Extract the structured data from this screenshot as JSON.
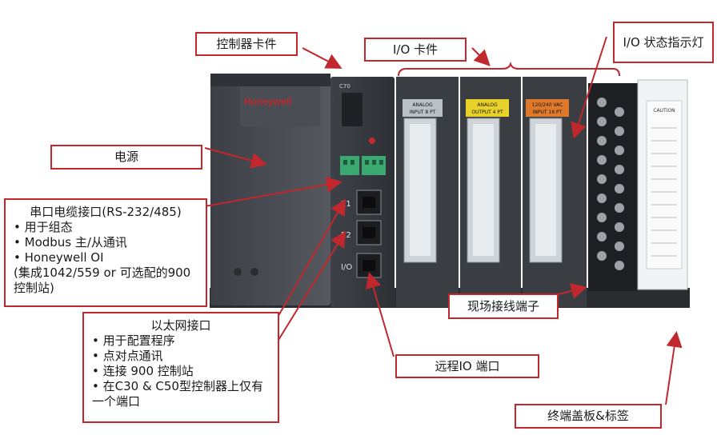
{
  "device": {
    "brand": "Honeywell",
    "cpu_model": "C70",
    "ports": [
      "E1",
      "E2",
      "I/O"
    ],
    "cards": [
      {
        "line1": "ANALOG",
        "line2": "INPUT  8 PT",
        "color": "#b9c1c7"
      },
      {
        "line1": "ANALOG",
        "line2": "OUTPUT  4 PT",
        "color": "#e8d22a"
      },
      {
        "line1": "120/240 VAC",
        "line2": "INPUT  16 PT",
        "color": "#e07a2a"
      }
    ],
    "cover_caution": "CAUTION"
  },
  "callouts": {
    "controller_card": "控制器卡件",
    "io_card": "I/O 卡件",
    "io_status": "I/O 状态指示灯",
    "power": "电源",
    "serial": {
      "title": "串口电缆接口(RS-232/485)",
      "items": [
        "用于组态",
        "Modbus 主/从通讯",
        "Honeywell OI"
      ],
      "extra": "(集成1042/559 or 可选配的900 控制站)"
    },
    "field_terminal": "现场接线端子",
    "ethernet": {
      "title": "以太网接口",
      "items": [
        "用于配置程序",
        "点对点通讯",
        "连接 900 控制站",
        "在C30 & C50型控制器上仅有一个端口"
      ]
    },
    "remote_io": "远程IO 端口",
    "end_cover": "终端盖板&标签"
  },
  "colors": {
    "callout_border": "#c0282d",
    "arrow": "#c0282d"
  }
}
